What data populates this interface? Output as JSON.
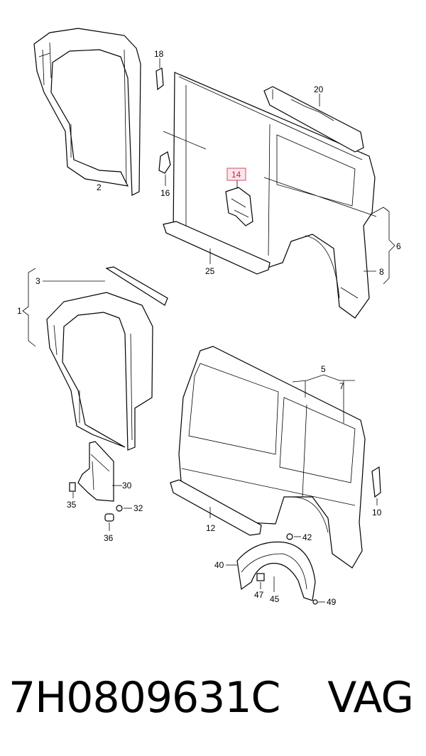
{
  "callouts": {
    "c1": "1",
    "c2": "2",
    "c3": "3",
    "c5": "5",
    "c6": "6",
    "c7": "7",
    "c8": "8",
    "c10": "10",
    "c12": "12",
    "c14": "14",
    "c16": "16",
    "c18": "18",
    "c20": "20",
    "c25": "25",
    "c30": "30",
    "c32": "32",
    "c35": "35",
    "c36": "36",
    "c40": "40",
    "c42": "42",
    "c45": "45",
    "c47": "47",
    "c49": "49"
  },
  "highlight_color": "#d44c6a",
  "footer": {
    "part_number": "7H0809631C",
    "brand": "VAG"
  }
}
